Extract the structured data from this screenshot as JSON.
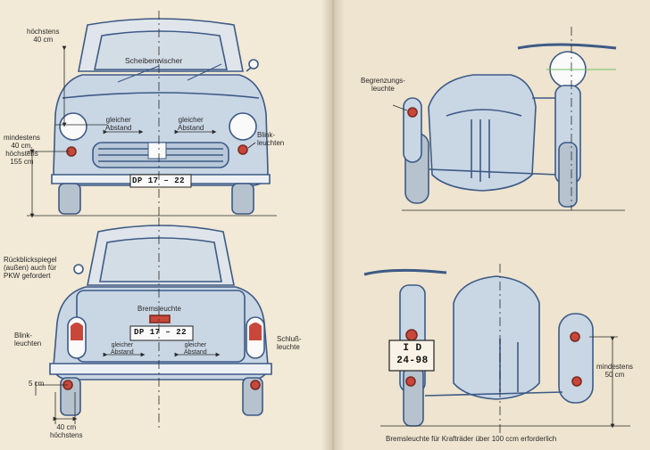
{
  "left_page": {
    "front_view": {
      "max_height": [
        "höchstens",
        "40 cm"
      ],
      "wiper": "Scheibenwischer",
      "equal_distance_left": [
        "gleicher",
        "Abstand"
      ],
      "equal_distance_right": [
        "gleicher",
        "Abstand"
      ],
      "indicators": [
        "Blink-",
        "leuchten"
      ],
      "height_range": [
        "mindestens",
        "40 cm,",
        "höchstens",
        "155 cm"
      ],
      "plate": "DP 17 – 22"
    },
    "rear_view": {
      "mirror_note": [
        "Rückblickspiegel",
        "(außen) auch für",
        "PKW gefordert"
      ],
      "brake_light": "Bremsleuchte",
      "plate": "DP 17 – 22",
      "indicators": [
        "Blink-",
        "leuchten"
      ],
      "equal_distance_left": [
        "gleicher",
        "Abstand"
      ],
      "equal_distance_right": [
        "gleicher",
        "Abstand"
      ],
      "tail_light": [
        "Schluß-",
        "leuchte"
      ],
      "dim_5cm": "5 cm",
      "dim_40cm_max": [
        "40 cm",
        "höchstens"
      ]
    }
  },
  "right_page": {
    "front_view": {
      "marker_light": [
        "Begrenzungs-",
        "leuchte"
      ]
    },
    "rear_view": {
      "plate_top": "I D",
      "plate_bottom": "24-98",
      "min_height": [
        "mindestens",
        "50 cm"
      ],
      "caption": "Bremsleuchte für Krafträder über 100 ccm erforderlich"
    }
  },
  "colors": {
    "paper_left": "#f2e9d6",
    "paper_right": "#eee4cf",
    "ink_blue": "#3d5a86",
    "fill_blue": "#c9d6e4",
    "lamp_red": "#c8473a",
    "text": "#2a2a2a",
    "guide_green": "#6fbf63"
  }
}
